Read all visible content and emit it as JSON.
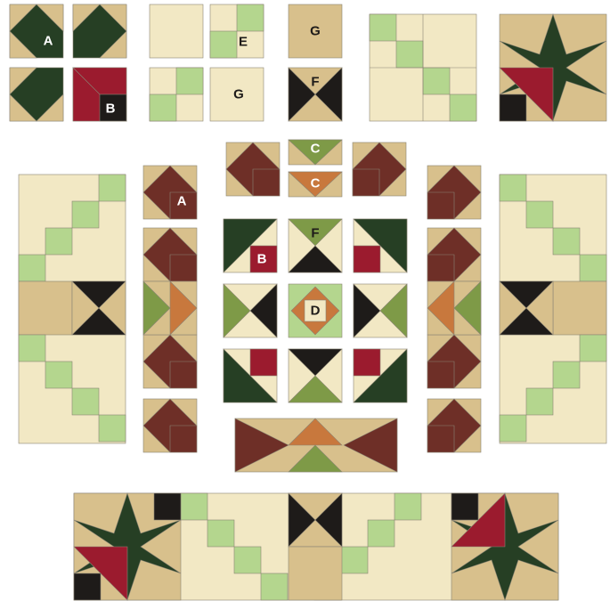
{
  "diagram": {
    "type": "quilt-block-assembly",
    "colors": {
      "background": "#ffffff",
      "cream": "#F2E8C4",
      "tan": "#D8C08C",
      "light_green": "#B4D68E",
      "dark_green": "#263F24",
      "olive_green": "#7E9A47",
      "burgundy": "#9B1B2E",
      "brown": "#6E2F27",
      "orange": "#C8783D",
      "black": "#1E1B19",
      "seam": "#8A8474"
    },
    "unit_labels": {
      "A": "A",
      "B": "B",
      "C": "C",
      "D": "D",
      "E": "E",
      "F": "F",
      "G": "G"
    }
  }
}
